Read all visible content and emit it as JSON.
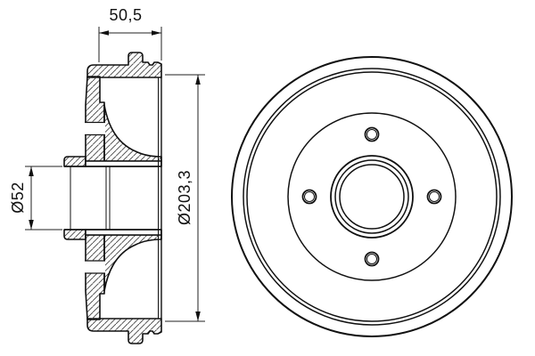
{
  "page": {
    "background": "#ffffff",
    "description": "Technical drawing of a brake drum, section view and front view"
  },
  "drawing": {
    "line_color": "#1a1a1a",
    "hatch_color": "#444444",
    "views": {
      "section": {
        "name": "side-section-view"
      },
      "front": {
        "name": "front-view",
        "bolt_hole_count": 4
      }
    },
    "dimensions": {
      "width_label": "50,5",
      "bore_label": "Ø52",
      "outer_diameter_label": "Ø203,3"
    }
  }
}
